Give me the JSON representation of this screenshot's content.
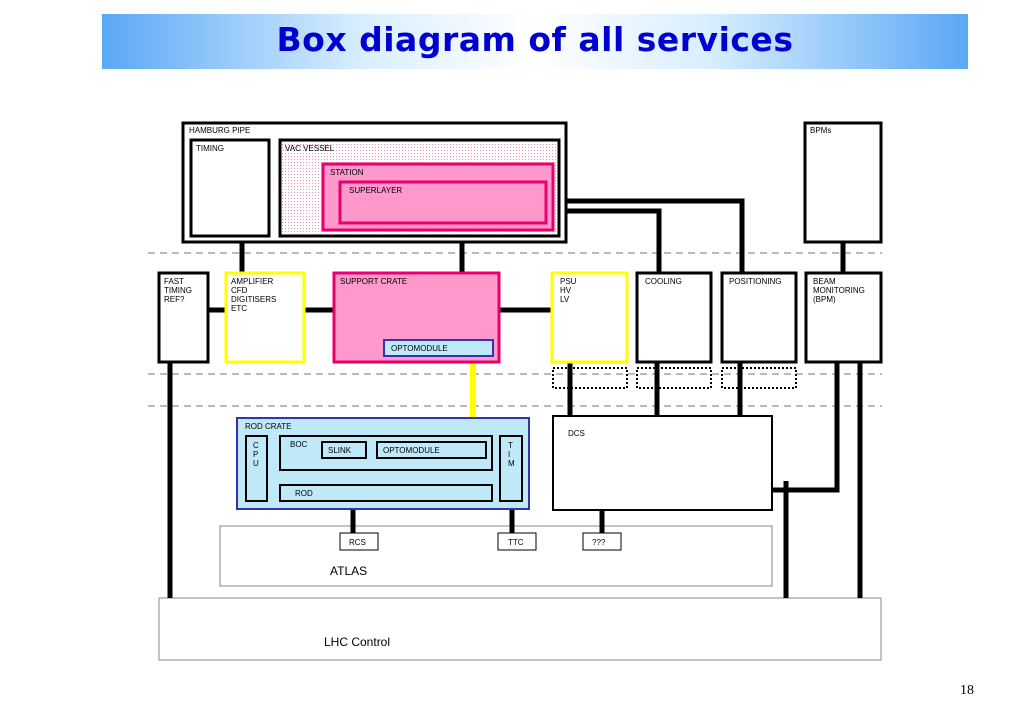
{
  "title": "Box diagram of all services",
  "page_number": "18",
  "colors": {
    "title_text": "#0000d0",
    "pink_fill": "#ff99cc",
    "pink_border": "#e8006e",
    "yellow_border": "#ffff00",
    "blue_border": "#3333aa",
    "light_blue_fill": "#bfe8f8"
  },
  "diagram": {
    "hamburg_pipe": "HAMBURG PIPE",
    "timing": "TIMING",
    "vac_vessel": "VAC VESSEL",
    "station": "STATION",
    "superlayer": "SUPERLAYER",
    "bpms": "BPMs",
    "fast_timing_ref": [
      "FAST",
      "TIMING",
      "REF?"
    ],
    "amplifier": [
      "AMPLIFIER",
      "CFD",
      "DIGITISERS",
      "ETC"
    ],
    "support_crate": "SUPPORT CRATE",
    "optomodule_support": "OPTOMODULE",
    "psu": [
      "PSU",
      "HV",
      "LV"
    ],
    "cooling": "COOLING",
    "positioning": "POSITIONING",
    "beam_monitoring": [
      "BEAM",
      "MONITORING",
      "(BPM)"
    ],
    "rod_crate": "ROD CRATE",
    "cpu": [
      "C",
      "P",
      "U"
    ],
    "boc": "BOC",
    "slink": "SLINK",
    "optomodule_rod": "OPTOMODULE",
    "tim": [
      "T",
      "I",
      "M"
    ],
    "rod": "ROD",
    "dcs": "DCS",
    "rcs": "RCS",
    "ttc": "TTC",
    "unknown": "???",
    "atlas": "ATLAS",
    "lhc_control": "LHC Control"
  }
}
